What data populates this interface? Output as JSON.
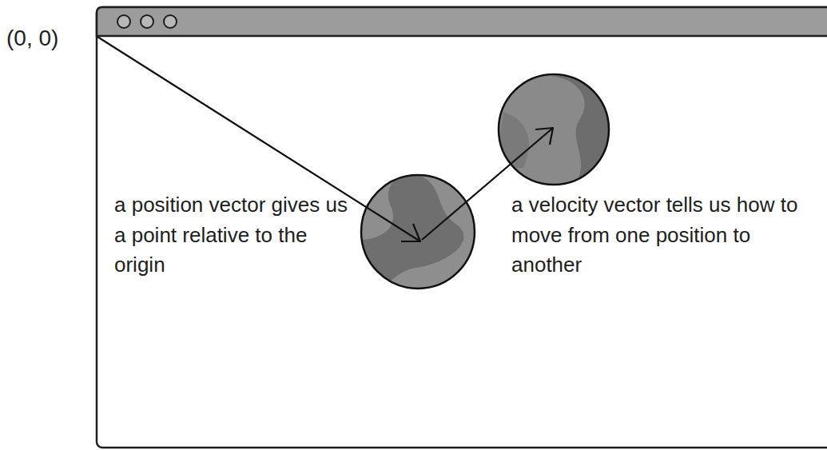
{
  "diagram": {
    "labels": [
      "(0, 0)",
      "a position vector gives us a point relative to the origin",
      "a velocity vector tells us how to move from one position to another"
    ]
  }
}
